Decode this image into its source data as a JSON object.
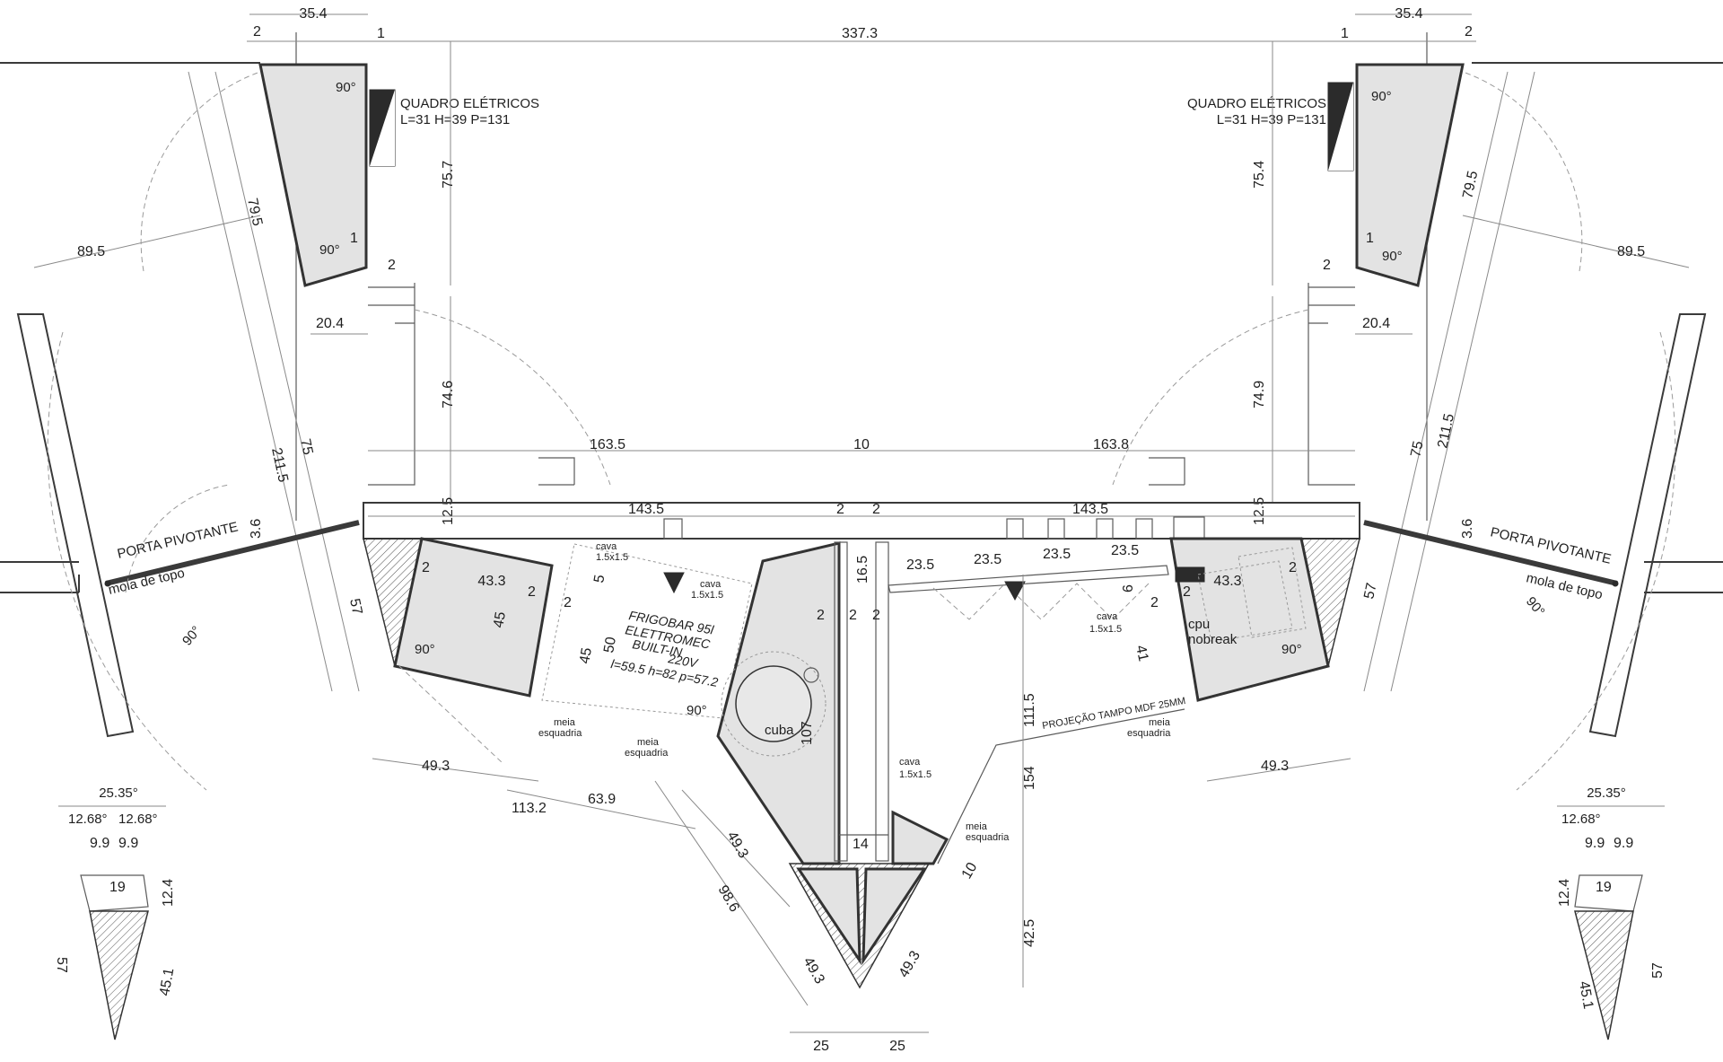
{
  "labels": {
    "quadro_title": "QUADRO ELÉTRICOS",
    "quadro_dims": "L=31 H=39 P=131",
    "porta": "PORTA PIVOTANTE",
    "mola": "mola de topo",
    "cava": "cava",
    "cava_size": "1.5x1.5",
    "meia": "meia",
    "esquadria": "esquadria",
    "cuba": "cuba",
    "cpu": "cpu",
    "nobreak": "nobreak",
    "projecao": "PROJEÇÃO TAMPO MDF 25MM",
    "frigo_1": "FRIGOBAR 95l",
    "frigo_2": "ELETTROMEC",
    "frigo_3": "BUILT-IN",
    "frigo_4": "220V",
    "frigo_5": "l=59.5 h=82  p=57.2"
  },
  "dims": {
    "d35_4": "35.4",
    "d2": "2",
    "d1": "1",
    "d337_3": "337.3",
    "d75_7": "75.7",
    "d75_4": "75.4",
    "d79_5": "79.5",
    "d89_5": "89.5",
    "d90": "90°",
    "d20_4": "20.4",
    "d74_6": "74.6",
    "d74_9": "74.9",
    "d163_5": "163.5",
    "d163_8": "163.8",
    "d10": "10",
    "d211_5": "211.5",
    "d75": "75",
    "d3_6": "3.6",
    "d12_5": "12.5",
    "d143_5": "143.5",
    "d43_3": "43.3",
    "d45": "45",
    "d50": "50",
    "d5": "5",
    "d57": "57",
    "d16_5": "16.5",
    "d23_5": "23.5",
    "d6": "6",
    "d41": "41",
    "d107": "107",
    "d111_5": "111.5",
    "d154": "154",
    "d49_3": "49.3",
    "d113_2": "113.2",
    "d63_9": "63.9",
    "d98_6": "98.6",
    "d14": "14",
    "d42_5": "42.5",
    "d25": "25",
    "d25_35": "25.35°",
    "d12_68": "12.68°",
    "d9_9": "9.9",
    "d19": "19",
    "d12_4": "12.4",
    "d45_1": "45.1"
  }
}
